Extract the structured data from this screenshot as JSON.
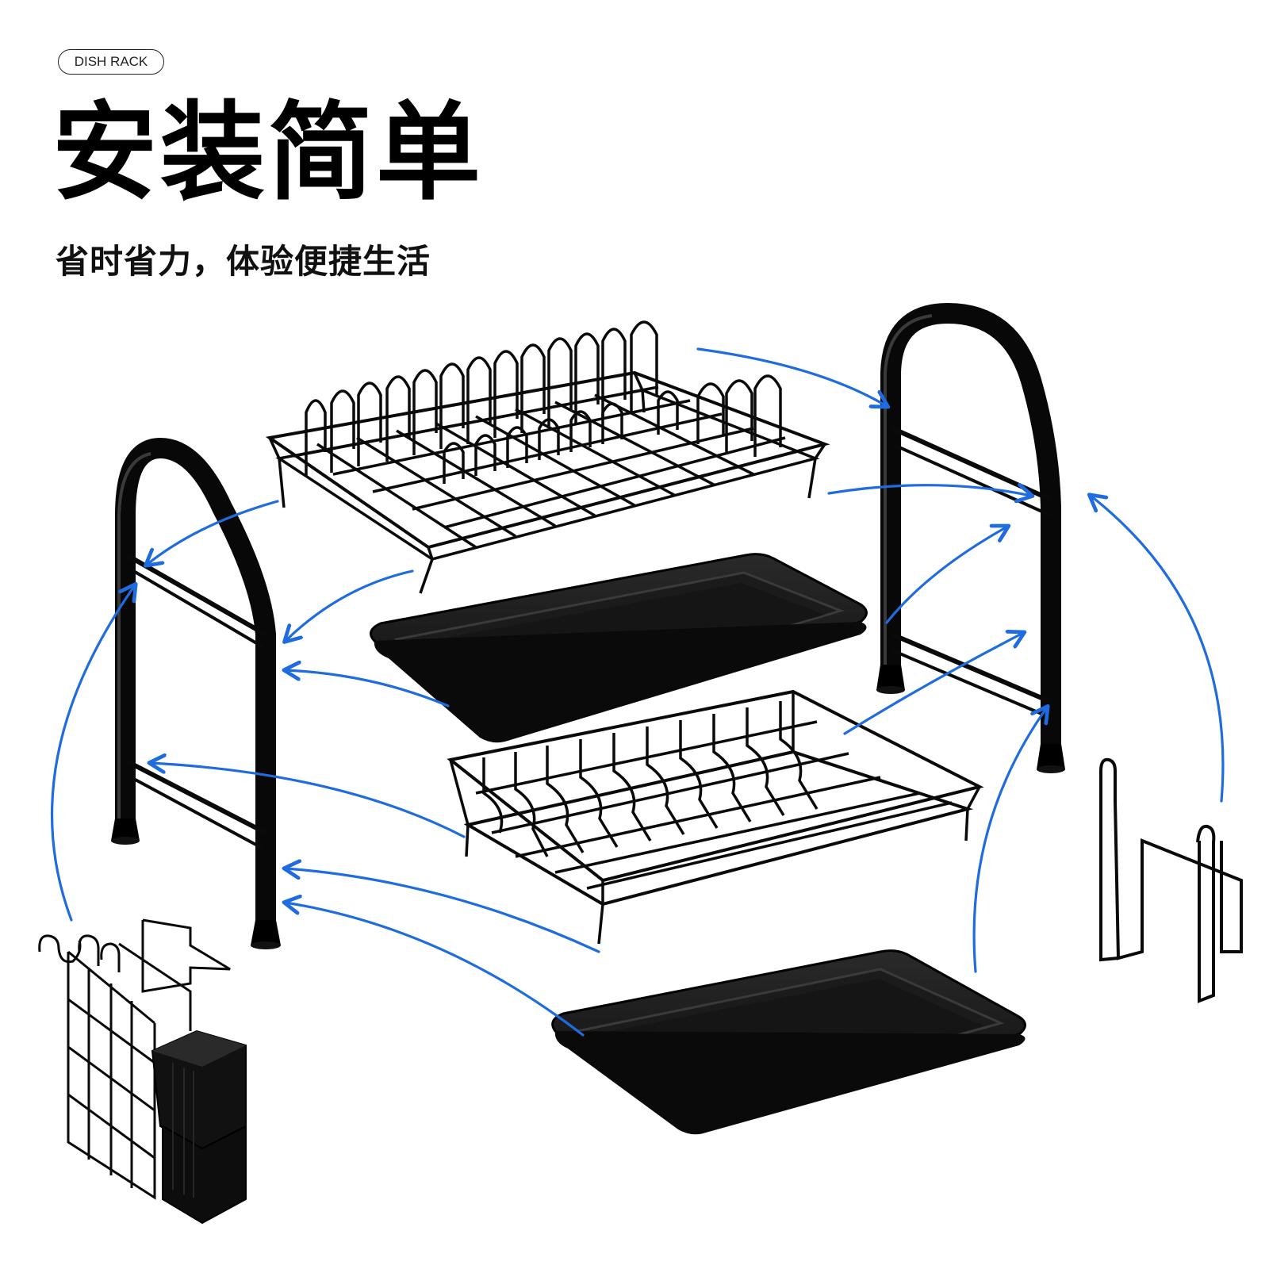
{
  "badge": {
    "label": "DISH RACK"
  },
  "headline": {
    "title": "安装简单",
    "subtitle": "省时省力，体验便捷生活"
  },
  "illustration": {
    "parts": [
      "left-arch-frame",
      "right-arch-frame",
      "upper-plate-rack",
      "upper-drip-tray",
      "lower-dish-basket",
      "lower-drip-tray",
      "utensil-holder",
      "cup-holder-hook"
    ],
    "wire_color": "#0a0a0a",
    "tray_color": "#141414",
    "arrow_color": "#1f6be0"
  }
}
